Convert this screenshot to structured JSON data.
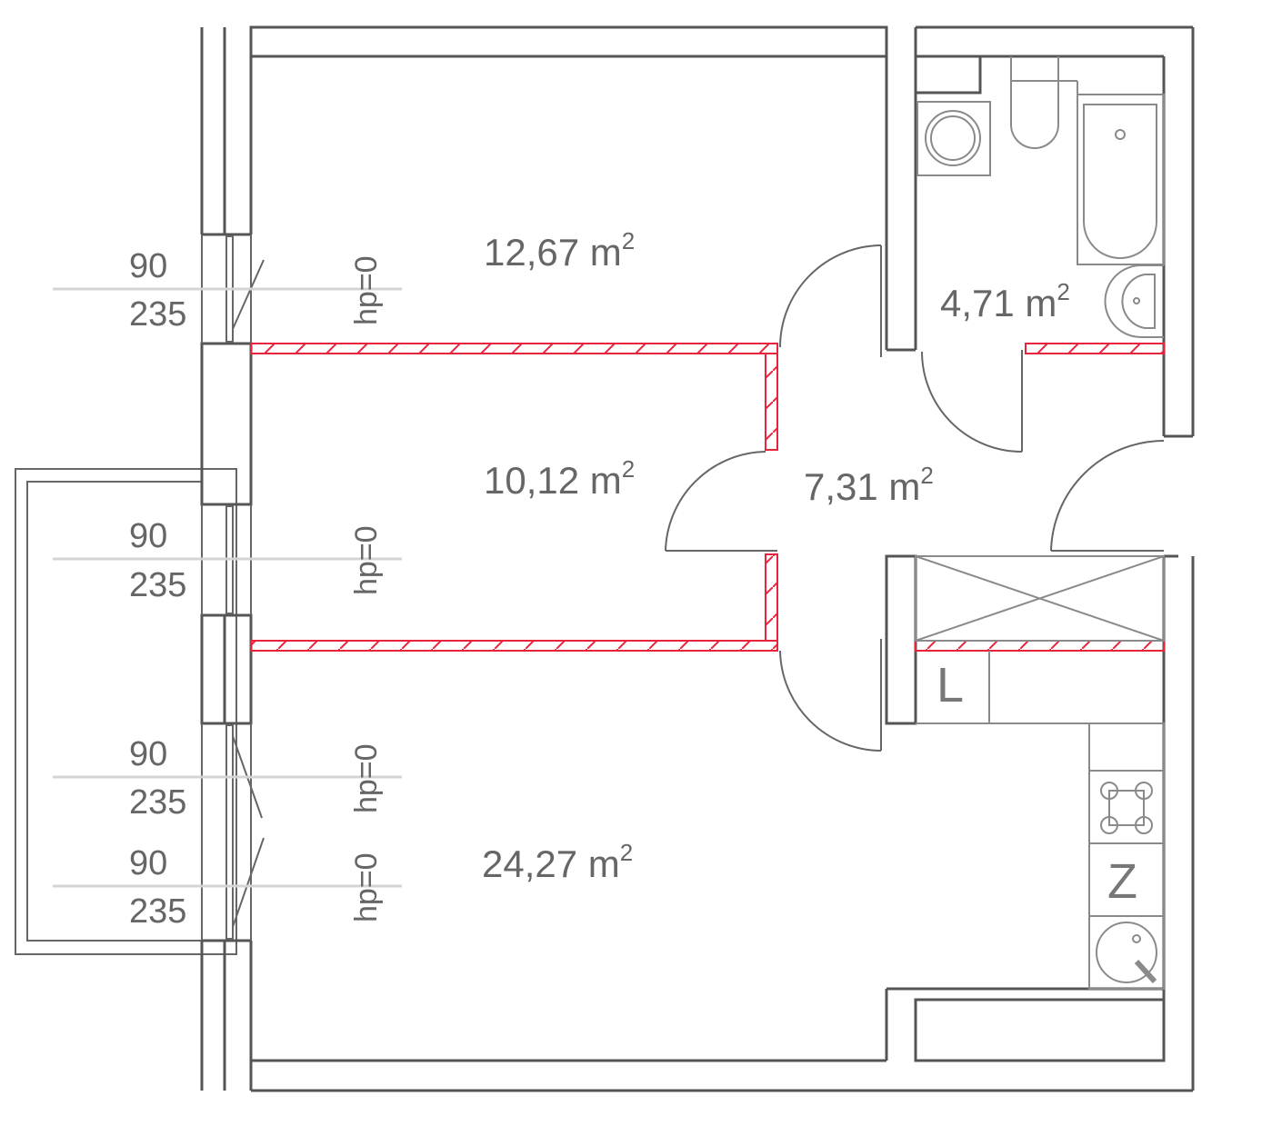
{
  "rooms": [
    {
      "area": "12,67 m",
      "sup": "2"
    },
    {
      "area": "10,12 m",
      "sup": "2"
    },
    {
      "area": "24,27 m",
      "sup": "2"
    },
    {
      "area": "7,31 m",
      "sup": "2"
    },
    {
      "area": "4,71 m",
      "sup": "2"
    }
  ],
  "windows": [
    {
      "width": "90",
      "height": "235",
      "hp": "hp=0"
    },
    {
      "width": "90",
      "height": "235",
      "hp": "hp=0"
    },
    {
      "width": "90",
      "height": "235",
      "hp": "hp=0"
    },
    {
      "width": "90",
      "height": "235",
      "hp": "hp=0"
    }
  ],
  "symbols": {
    "fridge": "L",
    "stove_cabinet": "Z"
  },
  "colors": {
    "wall": "#555555",
    "new_wall": "#e8233c",
    "dimension": "#d4d4d4"
  }
}
